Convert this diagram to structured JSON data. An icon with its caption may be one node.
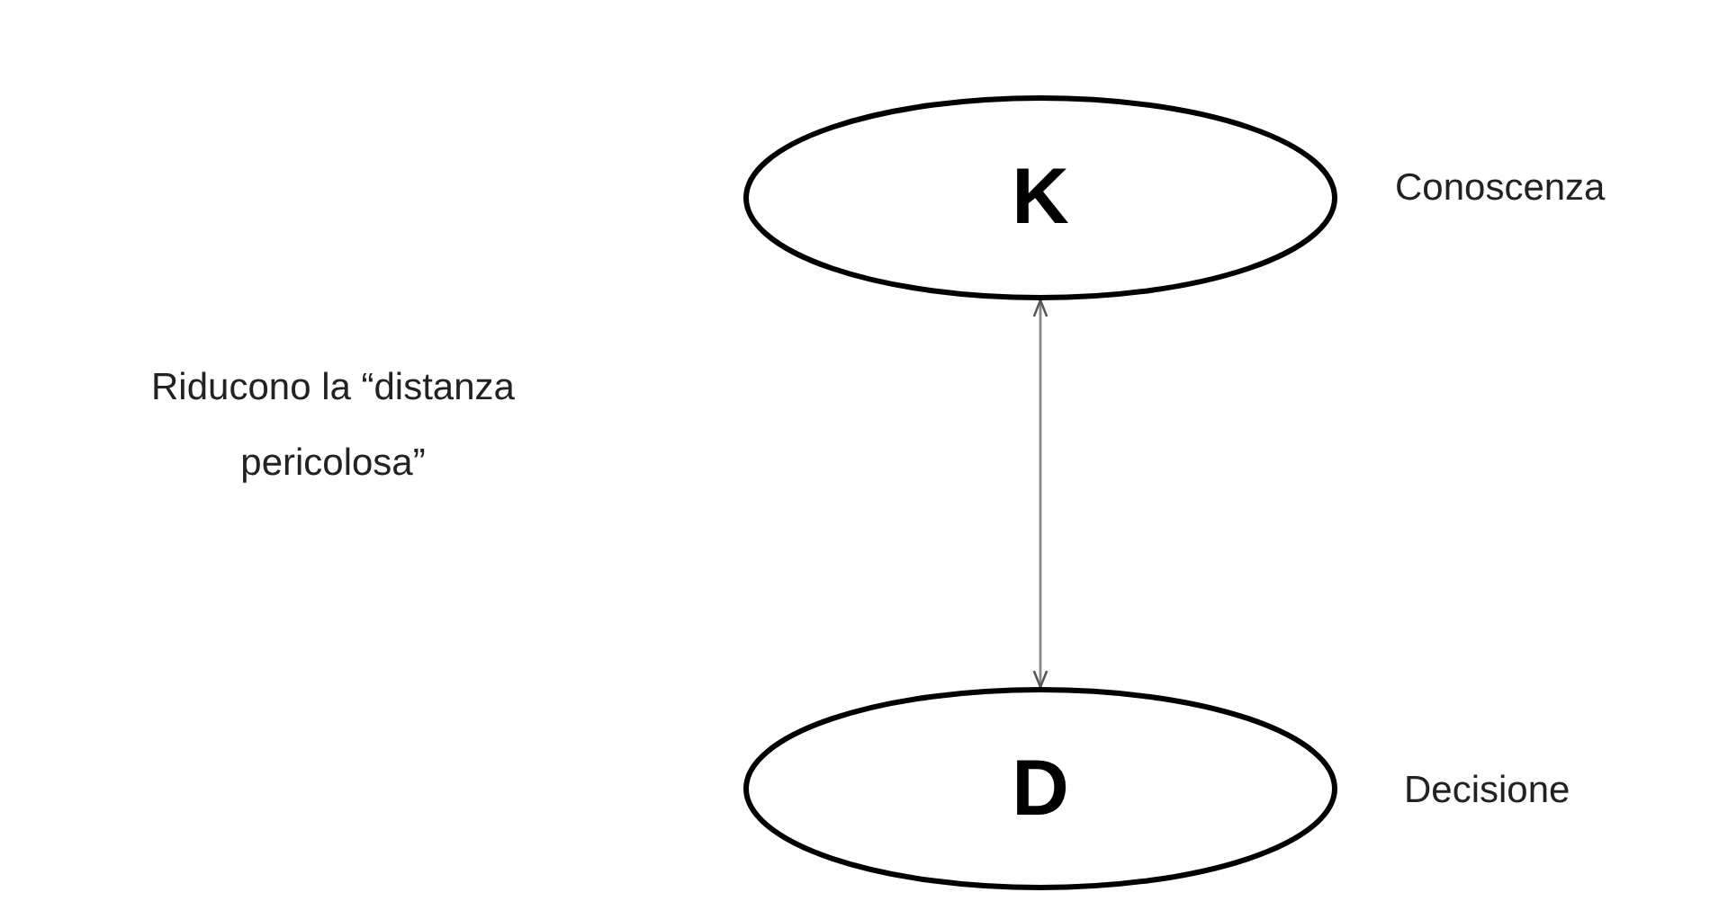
{
  "diagram": {
    "nodes": [
      {
        "text": [
          "K"
        ],
        "beside": [
          "Conoscenza"
        ]
      },
      {
        "text": [
          "D"
        ],
        "beside": [
          "Decisione"
        ]
      }
    ],
    "edges": [
      {
        "from": 0,
        "to": 1,
        "arrow": "both"
      }
    ],
    "labels": [
      "Riducono la “distanza pericolosa”"
    ]
  }
}
